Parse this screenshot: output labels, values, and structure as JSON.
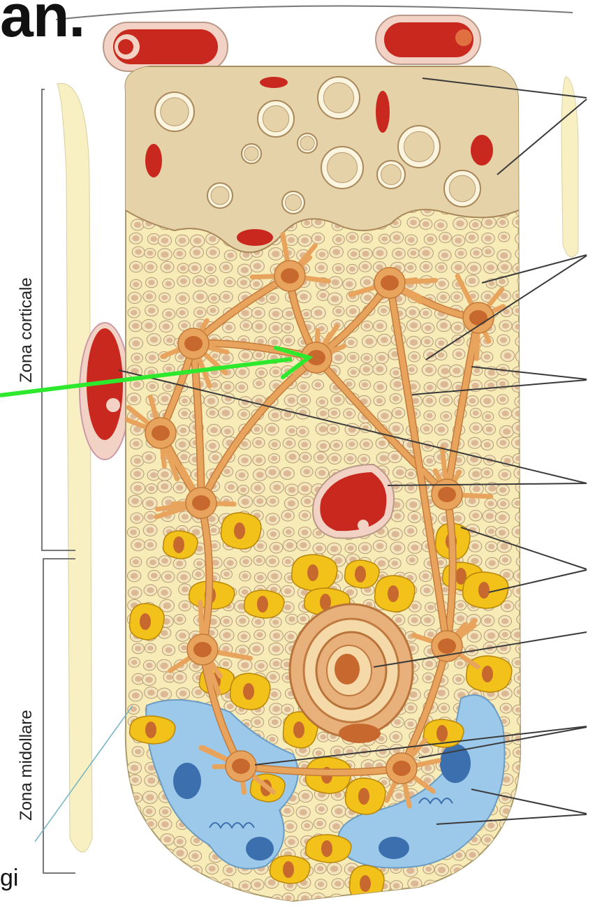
{
  "title_fragment": "an.",
  "corner_fragment": "gi",
  "zones": {
    "cortical": "Zona corticale",
    "medullary": "Zona midollare"
  },
  "colors": {
    "tissue_base": "#f7ecb8",
    "lymphocyte": "#f3e6bf",
    "lymphocyte_nucleus": "#dcb894",
    "reticular_cell": "#e8a45c",
    "reticular_nucleus": "#c7682e",
    "blood_vessel": "#c8281d",
    "capsule_cell": "#e6d2a8",
    "macrophage": "#f2c21a",
    "medullary_epithelium": "#9cc9ea",
    "epithelium_nucleus": "#3c6fae",
    "pointer_arrow": "#2ee82e"
  }
}
